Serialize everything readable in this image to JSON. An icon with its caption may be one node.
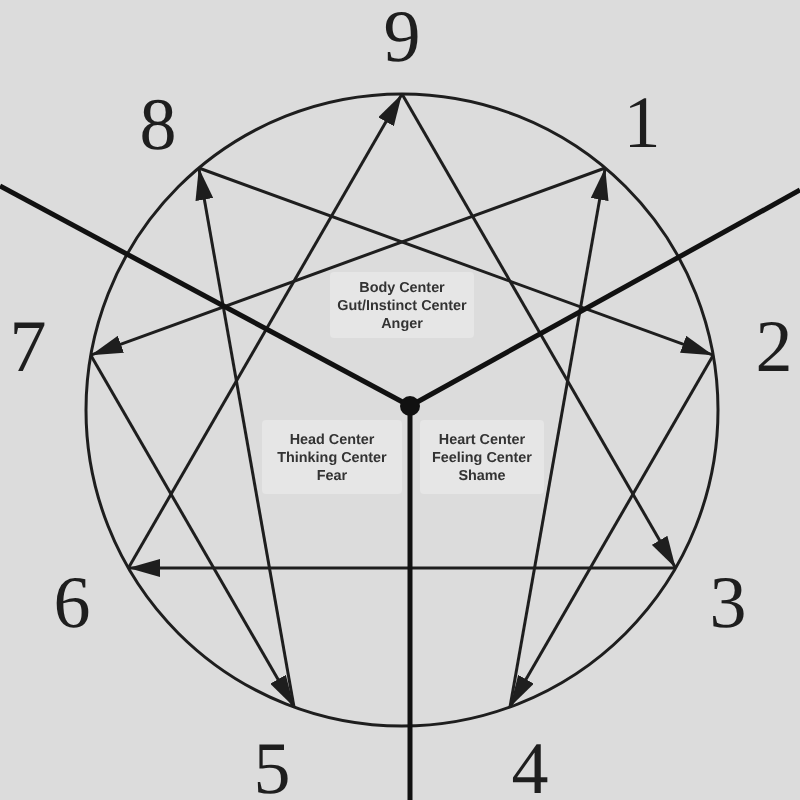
{
  "diagram": {
    "nodes": [
      {
        "text": [
          "9"
        ]
      },
      {
        "text": [
          "8"
        ]
      },
      {
        "text": [
          "1"
        ]
      },
      {
        "text": [
          "Body Center",
          "Gut/Instinct Center",
          "Anger"
        ]
      },
      {
        "text": [
          "7"
        ]
      },
      {
        "text": [
          "2"
        ]
      },
      {
        "text": [
          "Head Center",
          "Thinking Center",
          "Fear"
        ]
      },
      {
        "text": [
          "Heart Center",
          "Feeling Center",
          "Shame"
        ]
      },
      {
        "text": [
          "6"
        ]
      },
      {
        "text": [
          "3"
        ]
      },
      {
        "text": [
          "5"
        ]
      },
      {
        "text": [
          "4"
        ]
      }
    ],
    "edges": [
      {
        "from": 8,
        "to": 0,
        "arrow": "to"
      },
      {
        "from": 0,
        "to": 9,
        "arrow": "to"
      },
      {
        "from": 9,
        "to": 8,
        "arrow": "to"
      },
      {
        "from": 2,
        "to": 4,
        "arrow": "to"
      },
      {
        "from": 4,
        "to": 10,
        "arrow": "to"
      },
      {
        "from": 10,
        "to": 1,
        "arrow": "to"
      },
      {
        "from": 1,
        "to": 5,
        "arrow": "to"
      },
      {
        "from": 5,
        "to": 11,
        "arrow": "to"
      },
      {
        "from": 11,
        "to": 2,
        "arrow": "to"
      }
    ]
  }
}
